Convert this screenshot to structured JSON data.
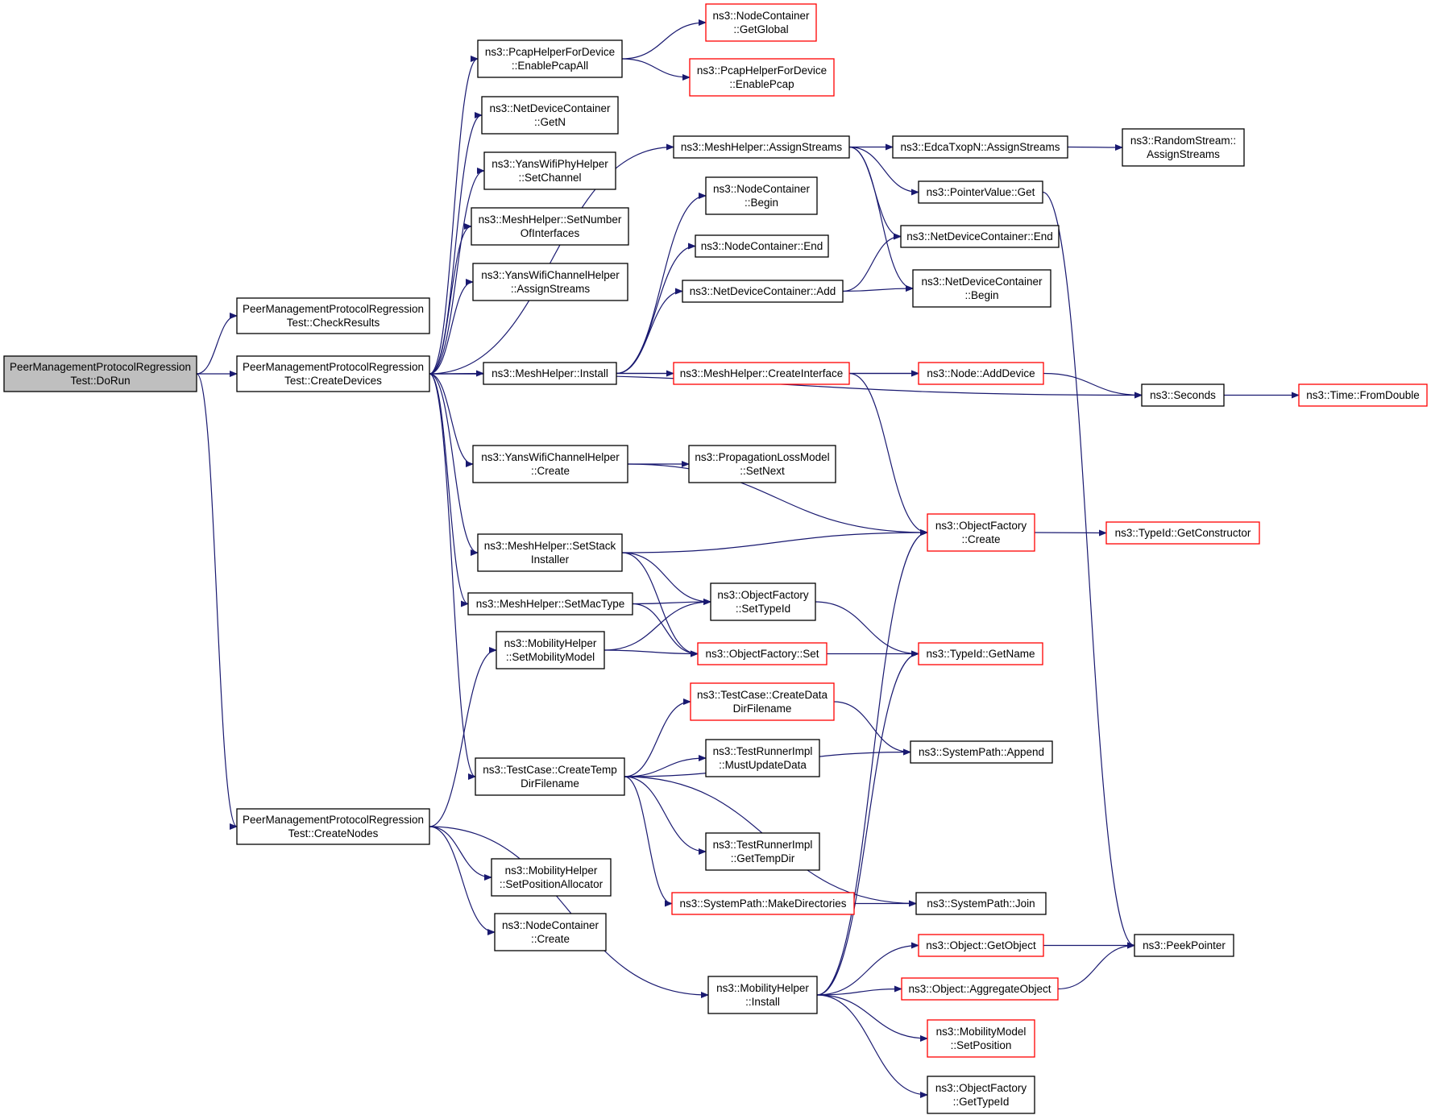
{
  "colors": {
    "edge": "#191970",
    "border_normal": "#000000",
    "border_truncated": "#ff0000",
    "fill_root": "#bfbfbf",
    "fill_node": "#ffffff"
  },
  "nodes": [
    {
      "id": "dorun",
      "lines": [
        "PeerManagementProtocolRegression",
        "Test::DoRun"
      ],
      "style": "root"
    },
    {
      "id": "checkresults",
      "lines": [
        "PeerManagementProtocolRegression",
        "Test::CheckResults"
      ],
      "style": "normal"
    },
    {
      "id": "createdevices",
      "lines": [
        "PeerManagementProtocolRegression",
        "Test::CreateDevices"
      ],
      "style": "normal"
    },
    {
      "id": "createnodes",
      "lines": [
        "PeerManagementProtocolRegression",
        "Test::CreateNodes"
      ],
      "style": "normal"
    },
    {
      "id": "enablepcapall",
      "lines": [
        "ns3::PcapHelperForDevice",
        "::EnablePcapAll"
      ],
      "style": "normal"
    },
    {
      "id": "getn",
      "lines": [
        "ns3::NetDeviceContainer",
        "::GetN"
      ],
      "style": "normal"
    },
    {
      "id": "setchannel",
      "lines": [
        "ns3::YansWifiPhyHelper",
        "::SetChannel"
      ],
      "style": "normal"
    },
    {
      "id": "setnumberofinterfaces",
      "lines": [
        "ns3::MeshHelper::SetNumber",
        "OfInterfaces"
      ],
      "style": "normal"
    },
    {
      "id": "yanschanassign",
      "lines": [
        "ns3::YansWifiChannelHelper",
        "::AssignStreams"
      ],
      "style": "normal"
    },
    {
      "id": "meshinstall",
      "lines": [
        "ns3::MeshHelper::Install"
      ],
      "style": "normal"
    },
    {
      "id": "yanschancreate",
      "lines": [
        "ns3::YansWifiChannelHelper",
        "::Create"
      ],
      "style": "normal"
    },
    {
      "id": "setstackinstaller",
      "lines": [
        "ns3::MeshHelper::SetStack",
        "Installer"
      ],
      "style": "normal"
    },
    {
      "id": "setmactype",
      "lines": [
        "ns3::MeshHelper::SetMacType"
      ],
      "style": "normal"
    },
    {
      "id": "setmobilitymodel",
      "lines": [
        "ns3::MobilityHelper",
        "::SetMobilityModel"
      ],
      "style": "normal"
    },
    {
      "id": "createtempdir",
      "lines": [
        "ns3::TestCase::CreateTemp",
        "DirFilename"
      ],
      "style": "normal"
    },
    {
      "id": "setpositionallocator",
      "lines": [
        "ns3::MobilityHelper",
        "::SetPositionAllocator"
      ],
      "style": "normal"
    },
    {
      "id": "nodecontainercreate",
      "lines": [
        "ns3::NodeContainer",
        "::Create"
      ],
      "style": "normal"
    },
    {
      "id": "getglobal",
      "lines": [
        "ns3::NodeContainer",
        "::GetGlobal"
      ],
      "style": "truncated"
    },
    {
      "id": "enablepcap",
      "lines": [
        "ns3::PcapHelperForDevice",
        "::EnablePcap"
      ],
      "style": "truncated"
    },
    {
      "id": "meshassign",
      "lines": [
        "ns3::MeshHelper::AssignStreams"
      ],
      "style": "normal"
    },
    {
      "id": "ncbegin",
      "lines": [
        "ns3::NodeContainer",
        "::Begin"
      ],
      "style": "normal"
    },
    {
      "id": "ncend",
      "lines": [
        "ns3::NodeContainer::End"
      ],
      "style": "normal"
    },
    {
      "id": "ndcadd",
      "lines": [
        "ns3::NetDeviceContainer::Add"
      ],
      "style": "normal"
    },
    {
      "id": "createinterface",
      "lines": [
        "ns3::MeshHelper::CreateInterface"
      ],
      "style": "truncated"
    },
    {
      "id": "propsetnext",
      "lines": [
        "ns3::PropagationLossModel",
        "::SetNext"
      ],
      "style": "normal"
    },
    {
      "id": "ofsettypeid",
      "lines": [
        "ns3::ObjectFactory",
        "::SetTypeId"
      ],
      "style": "normal"
    },
    {
      "id": "ofset",
      "lines": [
        "ns3::ObjectFactory::Set"
      ],
      "style": "truncated"
    },
    {
      "id": "createdatadir",
      "lines": [
        "ns3::TestCase::CreateData",
        "DirFilename"
      ],
      "style": "truncated"
    },
    {
      "id": "mustupdatedata",
      "lines": [
        "ns3::TestRunnerImpl",
        "::MustUpdateData"
      ],
      "style": "normal"
    },
    {
      "id": "gettempdir",
      "lines": [
        "ns3::TestRunnerImpl",
        "::GetTempDir"
      ],
      "style": "normal"
    },
    {
      "id": "makedirectories",
      "lines": [
        "ns3::SystemPath::MakeDirectories"
      ],
      "style": "truncated"
    },
    {
      "id": "mobilityinstall",
      "lines": [
        "ns3::MobilityHelper",
        "::Install"
      ],
      "style": "normal"
    },
    {
      "id": "edcaassign",
      "lines": [
        "ns3::EdcaTxopN::AssignStreams"
      ],
      "style": "normal"
    },
    {
      "id": "pointervalueget",
      "lines": [
        "ns3::PointerValue::Get"
      ],
      "style": "normal"
    },
    {
      "id": "ndcend",
      "lines": [
        "ns3::NetDeviceContainer::End"
      ],
      "style": "normal"
    },
    {
      "id": "ndcbegin",
      "lines": [
        "ns3::NetDeviceContainer",
        "::Begin"
      ],
      "style": "normal"
    },
    {
      "id": "addevice",
      "lines": [
        "ns3::Node::AddDevice"
      ],
      "style": "truncated"
    },
    {
      "id": "ofcreate",
      "lines": [
        "ns3::ObjectFactory",
        "::Create"
      ],
      "style": "truncated"
    },
    {
      "id": "typeidgetname",
      "lines": [
        "ns3::TypeId::GetName"
      ],
      "style": "truncated"
    },
    {
      "id": "systempathappend",
      "lines": [
        "ns3::SystemPath::Append"
      ],
      "style": "normal"
    },
    {
      "id": "systempathjoin",
      "lines": [
        "ns3::SystemPath::Join"
      ],
      "style": "normal"
    },
    {
      "id": "getobject",
      "lines": [
        "ns3::Object::GetObject"
      ],
      "style": "truncated"
    },
    {
      "id": "aggregateobject",
      "lines": [
        "ns3::Object::AggregateObject"
      ],
      "style": "truncated"
    },
    {
      "id": "setposition",
      "lines": [
        "ns3::MobilityModel",
        "::SetPosition"
      ],
      "style": "truncated"
    },
    {
      "id": "ofgettypeid",
      "lines": [
        "ns3::ObjectFactory",
        "::GetTypeId"
      ],
      "style": "normal"
    },
    {
      "id": "randomstreamassign",
      "lines": [
        "ns3::RandomStream::",
        "AssignStreams"
      ],
      "style": "normal"
    },
    {
      "id": "seconds",
      "lines": [
        "ns3::Seconds"
      ],
      "style": "normal"
    },
    {
      "id": "getconstructor",
      "lines": [
        "ns3::TypeId::GetConstructor"
      ],
      "style": "truncated"
    },
    {
      "id": "peekpointer",
      "lines": [
        "ns3::PeekPointer"
      ],
      "style": "normal"
    },
    {
      "id": "fromdouble",
      "lines": [
        "ns3::Time::FromDouble"
      ],
      "style": "truncated"
    }
  ],
  "edges": [
    [
      "dorun",
      "checkresults"
    ],
    [
      "dorun",
      "createdevices"
    ],
    [
      "dorun",
      "createnodes"
    ],
    [
      "createdevices",
      "enablepcapall"
    ],
    [
      "createdevices",
      "getn"
    ],
    [
      "createdevices",
      "setchannel"
    ],
    [
      "createdevices",
      "setnumberofinterfaces"
    ],
    [
      "createdevices",
      "yanschanassign"
    ],
    [
      "createdevices",
      "meshassign"
    ],
    [
      "createdevices",
      "meshinstall"
    ],
    [
      "createdevices",
      "seconds"
    ],
    [
      "createdevices",
      "yanschancreate"
    ],
    [
      "createdevices",
      "setstackinstaller"
    ],
    [
      "createdevices",
      "setmactype"
    ],
    [
      "createdevices",
      "createtempdir"
    ],
    [
      "enablepcapall",
      "getglobal"
    ],
    [
      "enablepcapall",
      "enablepcap"
    ],
    [
      "meshassign",
      "edcaassign"
    ],
    [
      "meshassign",
      "pointervalueget"
    ],
    [
      "meshassign",
      "ndcend"
    ],
    [
      "meshassign",
      "ndcbegin"
    ],
    [
      "edcaassign",
      "randomstreamassign"
    ],
    [
      "pointervalueget",
      "peekpointer"
    ],
    [
      "meshinstall",
      "ncbegin"
    ],
    [
      "meshinstall",
      "ncend"
    ],
    [
      "meshinstall",
      "ndcadd"
    ],
    [
      "meshinstall",
      "createinterface"
    ],
    [
      "meshinstall",
      "addevice"
    ],
    [
      "ndcadd",
      "ndcend"
    ],
    [
      "ndcadd",
      "ndcbegin"
    ],
    [
      "createinterface",
      "addevice"
    ],
    [
      "createinterface",
      "ofcreate"
    ],
    [
      "addevice",
      "seconds"
    ],
    [
      "seconds",
      "fromdouble"
    ],
    [
      "yanschancreate",
      "propsetnext"
    ],
    [
      "yanschancreate",
      "ofcreate"
    ],
    [
      "setstackinstaller",
      "ofcreate"
    ],
    [
      "setstackinstaller",
      "ofsettypeid"
    ],
    [
      "setstackinstaller",
      "ofset"
    ],
    [
      "setmactype",
      "ofsettypeid"
    ],
    [
      "setmactype",
      "ofset"
    ],
    [
      "ofcreate",
      "getconstructor"
    ],
    [
      "ofsettypeid",
      "typeidgetname"
    ],
    [
      "ofset",
      "typeidgetname"
    ],
    [
      "setmobilitymodel",
      "ofsettypeid"
    ],
    [
      "setmobilitymodel",
      "ofset"
    ],
    [
      "createnodes",
      "setmobilitymodel"
    ],
    [
      "createnodes",
      "setpositionallocator"
    ],
    [
      "createnodes",
      "nodecontainercreate"
    ],
    [
      "createnodes",
      "mobilityinstall"
    ],
    [
      "createtempdir",
      "createdatadir"
    ],
    [
      "createtempdir",
      "mustupdatedata"
    ],
    [
      "createtempdir",
      "systempathappend"
    ],
    [
      "createtempdir",
      "gettempdir"
    ],
    [
      "createtempdir",
      "makedirectories"
    ],
    [
      "createtempdir",
      "systempathjoin"
    ],
    [
      "createdatadir",
      "systempathappend"
    ],
    [
      "makedirectories",
      "systempathjoin"
    ],
    [
      "mobilityinstall",
      "ofcreate"
    ],
    [
      "mobilityinstall",
      "typeidgetname"
    ],
    [
      "mobilityinstall",
      "getobject"
    ],
    [
      "mobilityinstall",
      "aggregateobject"
    ],
    [
      "mobilityinstall",
      "setposition"
    ],
    [
      "mobilityinstall",
      "ofgettypeid"
    ],
    [
      "getobject",
      "peekpointer"
    ],
    [
      "aggregateobject",
      "peekpointer"
    ]
  ]
}
